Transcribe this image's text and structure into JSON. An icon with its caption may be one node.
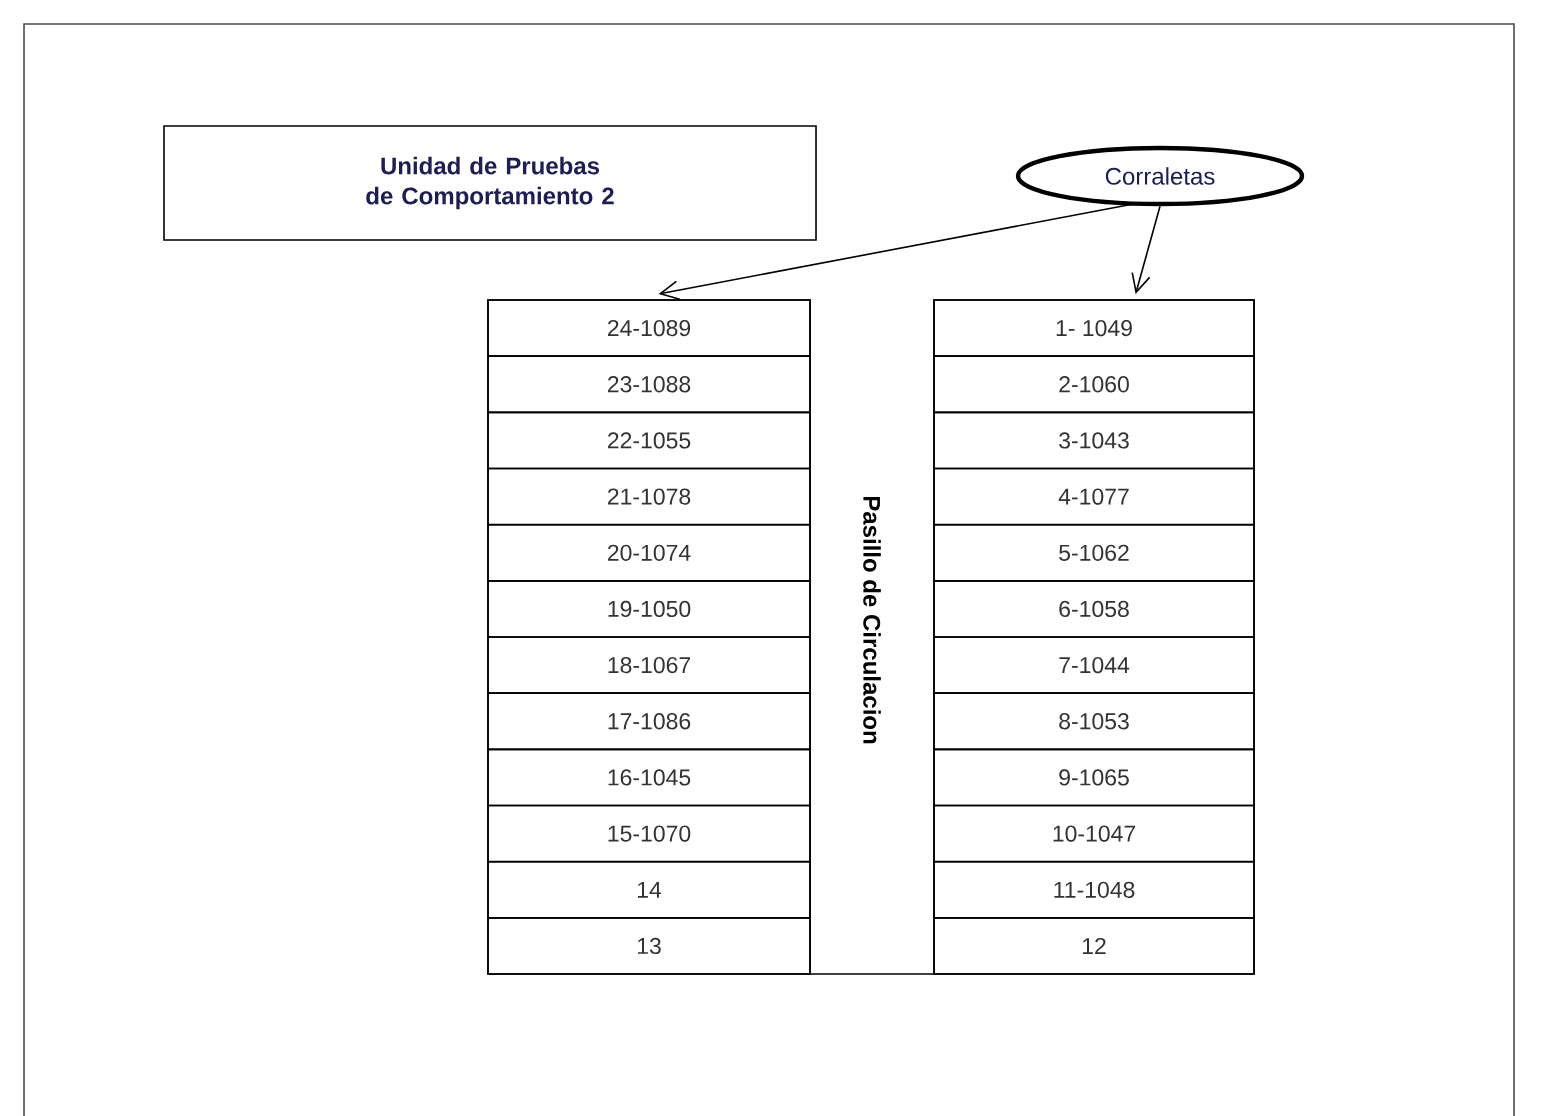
{
  "diagram": {
    "nodes": [
      {
        "text": [
          "Unidad de Pruebas de Comportamiento 2"
        ]
      },
      {
        "text": [
          "Corraletas"
        ]
      },
      {
        "text": [],
        "shape": "box"
      },
      {
        "text": [],
        "shape": "box"
      },
      {
        "text": [
          "24-1089"
        ],
        "in": 2
      },
      {
        "text": [
          "23-1088"
        ],
        "in": 2
      },
      {
        "text": [
          "22-1055"
        ],
        "in": 2
      },
      {
        "text": [
          "21-1078"
        ],
        "in": 2
      },
      {
        "text": [
          "20-1074"
        ],
        "in": 2
      },
      {
        "text": [
          "19-1050"
        ],
        "in": 2
      },
      {
        "text": [
          "18-1067"
        ],
        "in": 2
      },
      {
        "text": [
          "17-1086"
        ],
        "in": 2
      },
      {
        "text": [
          "16-1045"
        ],
        "in": 2
      },
      {
        "text": [
          "15-1070"
        ],
        "in": 2
      },
      {
        "text": [
          "14"
        ],
        "in": 2
      },
      {
        "text": [
          "13"
        ],
        "in": 2
      },
      {
        "text": [
          "1- 1049"
        ],
        "in": 3
      },
      {
        "text": [
          "2-1060"
        ],
        "in": 3
      },
      {
        "text": [
          "3-1043"
        ],
        "in": 3
      },
      {
        "text": [
          "4-1077"
        ],
        "in": 3
      },
      {
        "text": [
          "5-1062"
        ],
        "in": 3
      },
      {
        "text": [
          "6-1058"
        ],
        "in": 3
      },
      {
        "text": [
          "7-1044"
        ],
        "in": 3
      },
      {
        "text": [
          "8-1053"
        ],
        "in": 3
      },
      {
        "text": [
          "9-1065"
        ],
        "in": 3
      },
      {
        "text": [
          "10-1047"
        ],
        "in": 3
      },
      {
        "text": [
          "11-1048"
        ],
        "in": 3
      },
      {
        "text": [
          "12"
        ],
        "in": 3
      }
    ],
    "edges": [
      {
        "from": 1,
        "to": 2,
        "arrow": "to"
      },
      {
        "from": 1,
        "to": 3,
        "arrow": "to"
      }
    ],
    "labels": [
      "Pasillo de Circulacion"
    ]
  }
}
